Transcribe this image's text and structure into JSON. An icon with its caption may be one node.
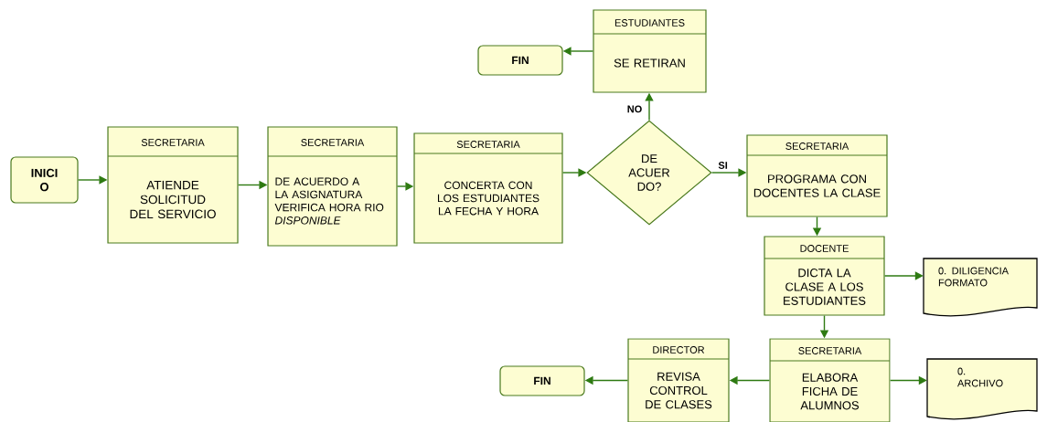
{
  "diagram": {
    "nodes": [
      {
        "text": [
          "INICI O"
        ]
      },
      {
        "text": [
          "SECRETARIA",
          "ATIENDE SOLICITUD DEL SERVICIO"
        ]
      },
      {
        "text": [
          "SECRETARIA",
          "DE ACUERDO A LA ASIGNATURA VERIFICA HORA RIO *DISPONIBLE*"
        ]
      },
      {
        "text": [
          "SECRETARIA",
          "CONCERTA CON LOS ESTUDIANTES LA FECHA Y HORA"
        ]
      },
      {
        "text": [
          "DE ACUER DO?"
        ]
      },
      {
        "text": [
          "ESTUDIANTES",
          "SE RETIRAN"
        ]
      },
      {
        "text": [
          "FIN"
        ]
      },
      {
        "text": [
          "SECRETARIA",
          "PROGRAMA CON DOCENTES LA CLASE"
        ]
      },
      {
        "text": [
          "DOCENTE",
          "DICTA LA CLASE A LOS ESTUDIANTES"
        ]
      },
      {
        "text": [
          "0. DILIGENCIA FORMATO"
        ]
      },
      {
        "text": [
          "SECRETARIA",
          "ELABORA FICHA DE ALUMNOS"
        ]
      },
      {
        "text": [
          "0. ARCHIVO"
        ]
      },
      {
        "text": [
          "DIRECTOR",
          "REVISA CONTROL DE CLASES"
        ]
      },
      {
        "text": [
          "FIN"
        ]
      }
    ],
    "edges": [
      {
        "from": 0,
        "to": 1,
        "arrow": "to"
      },
      {
        "from": 1,
        "to": 2,
        "arrow": "to"
      },
      {
        "from": 2,
        "to": 3,
        "arrow": "to"
      },
      {
        "from": 3,
        "to": 4,
        "arrow": "to"
      },
      {
        "from": 4,
        "to": 5,
        "arrow": "to",
        "label": "NO"
      },
      {
        "from": 5,
        "to": 6,
        "arrow": "to"
      },
      {
        "from": 4,
        "to": 7,
        "arrow": "to",
        "label": "SI"
      },
      {
        "from": 7,
        "to": 8,
        "arrow": "to"
      },
      {
        "from": 8,
        "to": 9,
        "arrow": "to"
      },
      {
        "from": 8,
        "to": 10,
        "arrow": "to"
      },
      {
        "from": 10,
        "to": 11,
        "arrow": "to"
      },
      {
        "from": 10,
        "to": 12,
        "arrow": "to"
      },
      {
        "from": 12,
        "to": 13,
        "arrow": "to"
      }
    ]
  }
}
